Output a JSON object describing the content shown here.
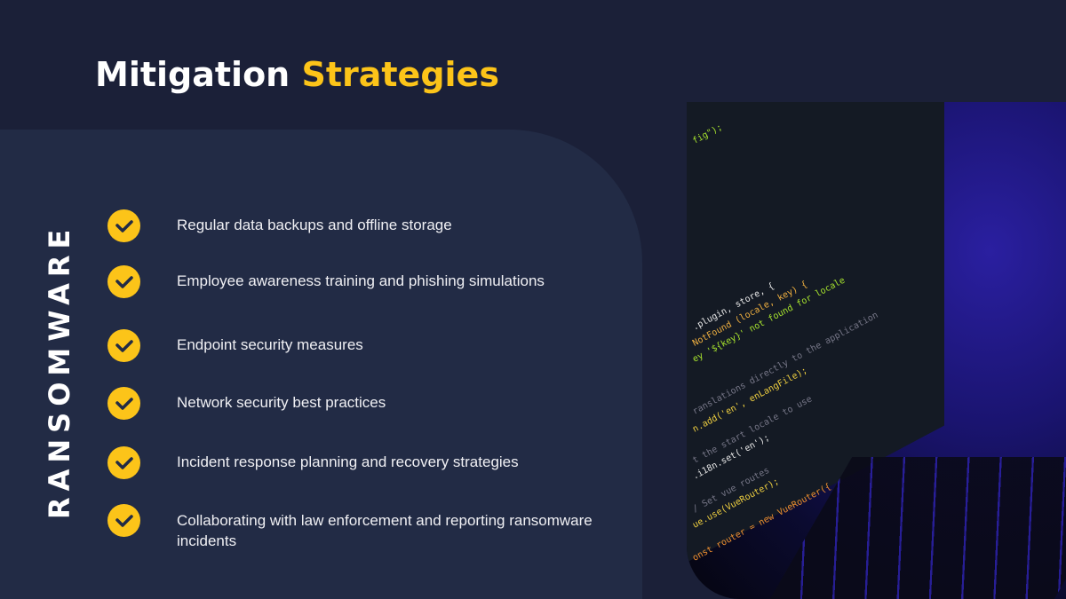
{
  "title": {
    "main": "Mitigation",
    "accent": "Strategies"
  },
  "side_label": "RANSOMWARE",
  "colors": {
    "background": "#1b2038",
    "panel": "#222b45",
    "accent": "#fcc419",
    "text": "#ffffff"
  },
  "items": [
    {
      "icon": "check-circle-icon",
      "text": "Regular data backups and offline storage"
    },
    {
      "icon": "check-circle-icon",
      "text": "Employee awareness training and phishing simulations"
    },
    {
      "icon": "check-circle-icon",
      "text": "Endpoint security measures"
    },
    {
      "icon": "check-circle-icon",
      "text": "Network security best practices"
    },
    {
      "icon": "check-circle-icon",
      "text": "Incident response planning and recovery strategies"
    },
    {
      "icon": "check-circle-icon",
      "text": "Collaborating with law enforcement and reporting ransomware incidents"
    }
  ]
}
